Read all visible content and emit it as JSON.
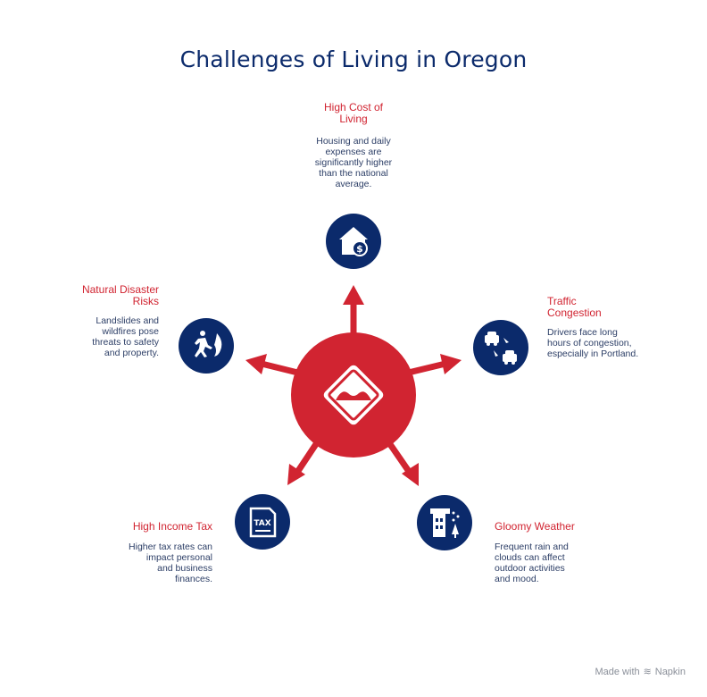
{
  "title": "Challenges of Living in Oregon",
  "colors": {
    "accent": "#d12431",
    "navy": "#0b2a6b",
    "text": "#2c3e66"
  },
  "items": [
    {
      "label_lines": [
        "High Cost of",
        "Living"
      ],
      "description_lines": [
        "Housing and daily",
        "expenses are",
        "significantly higher",
        "than the national",
        "average."
      ],
      "icon": "house-dollar-icon"
    },
    {
      "label_lines": [
        "Traffic",
        "Congestion"
      ],
      "description_lines": [
        "Drivers face long",
        "hours of congestion,",
        "especially in Portland."
      ],
      "icon": "cars-icon"
    },
    {
      "label_lines": [
        "Gloomy Weather"
      ],
      "description_lines": [
        "Frequent rain and",
        "clouds can affect",
        "outdoor activities",
        "and mood."
      ],
      "icon": "rainy-building-icon"
    },
    {
      "label_lines": [
        "High Income Tax"
      ],
      "description_lines": [
        "Higher tax rates can",
        "impact personal",
        "and business",
        "finances."
      ],
      "icon": "tax-document-icon"
    },
    {
      "label_lines": [
        "Natural Disaster",
        "Risks"
      ],
      "description_lines": [
        "Landslides and",
        "wildfires pose",
        "threats to safety",
        "and property."
      ],
      "icon": "running-fire-icon"
    }
  ],
  "center_icon": "road-bump-sign-icon",
  "watermark": {
    "made_with": "Made with",
    "brand": "Napkin"
  }
}
